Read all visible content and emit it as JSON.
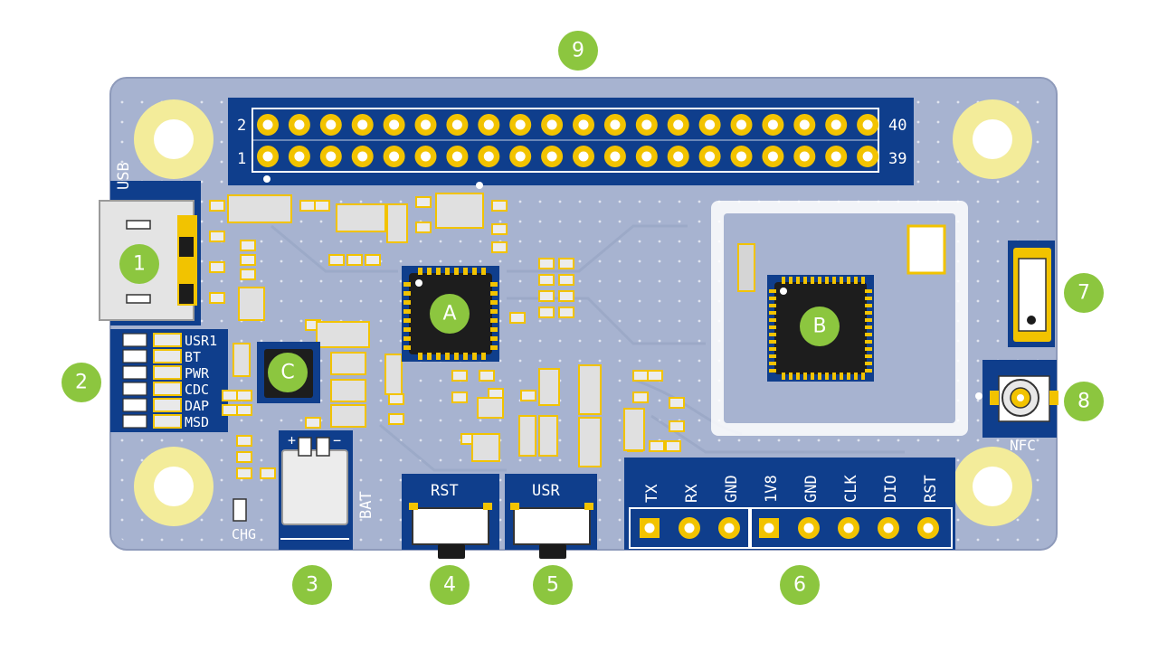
{
  "markers": {
    "m1": "1",
    "m2": "2",
    "m3": "3",
    "m4": "4",
    "m5": "5",
    "m6": "6",
    "m7": "7",
    "m8": "8",
    "m9": "9",
    "a": "A",
    "b": "B",
    "c": "C"
  },
  "silkscreen": {
    "usb": "USB",
    "header_pin2": "2",
    "header_pin1": "1",
    "header_pin40": "40",
    "header_pin39": "39",
    "led_labels": [
      "USR1",
      "BT",
      "PWR",
      "CDC",
      "DAP",
      "MSD"
    ],
    "chg": "CHG",
    "bat": "BAT",
    "bat_plus": "+",
    "bat_minus": "−",
    "rst": "RST",
    "usr": "USR",
    "debug_pins": [
      "TX",
      "RX",
      "GND",
      "1V8",
      "GND",
      "CLK",
      "DIO",
      "RST"
    ],
    "nfc": "NFC"
  },
  "colors": {
    "board": "#a7b3d0",
    "board_edge": "#8e9aba",
    "solder_mask_blue": "#0f3e8c",
    "pad_gold": "#f2c300",
    "hole_ring": "#f3ec9a",
    "marker_green": "#8cc63f"
  }
}
